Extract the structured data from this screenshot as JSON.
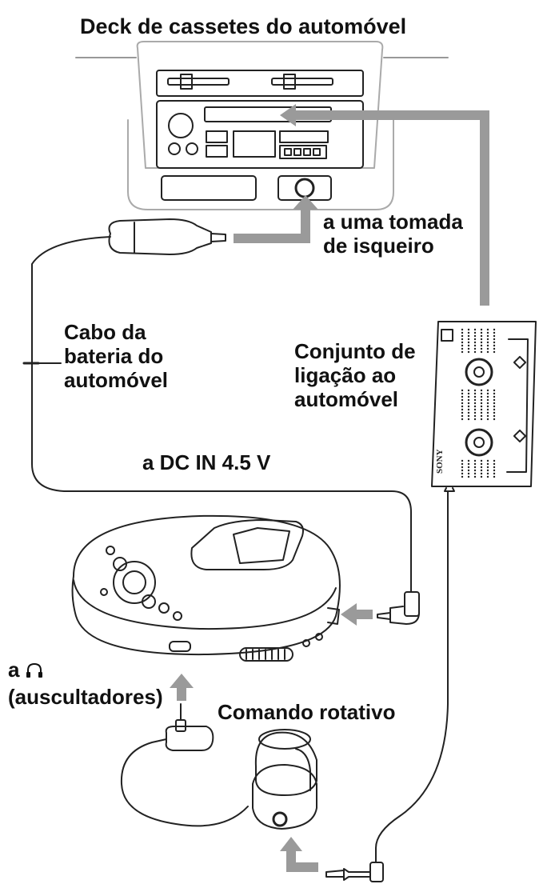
{
  "title": "Deck de cassetes do automóvel",
  "labels": {
    "cigarette_socket": [
      "a uma tomada",
      "de isqueiro"
    ],
    "car_battery_cord": [
      "Cabo da",
      "bateria do",
      "automóvel"
    ],
    "car_connecting_pack": [
      "Conjunto de",
      "ligação ao",
      "automóvel"
    ],
    "dc_in": "a DC IN 4.5 V",
    "headphones_prefix": "a",
    "headphones": "(auscultadores)",
    "remote_control": "Comando rotativo"
  },
  "brand_mark": "SONY",
  "icons": [
    "headphones-icon"
  ],
  "colors": {
    "ink": "#111111",
    "arrow": "#9a9a9a",
    "line": "#222222"
  }
}
